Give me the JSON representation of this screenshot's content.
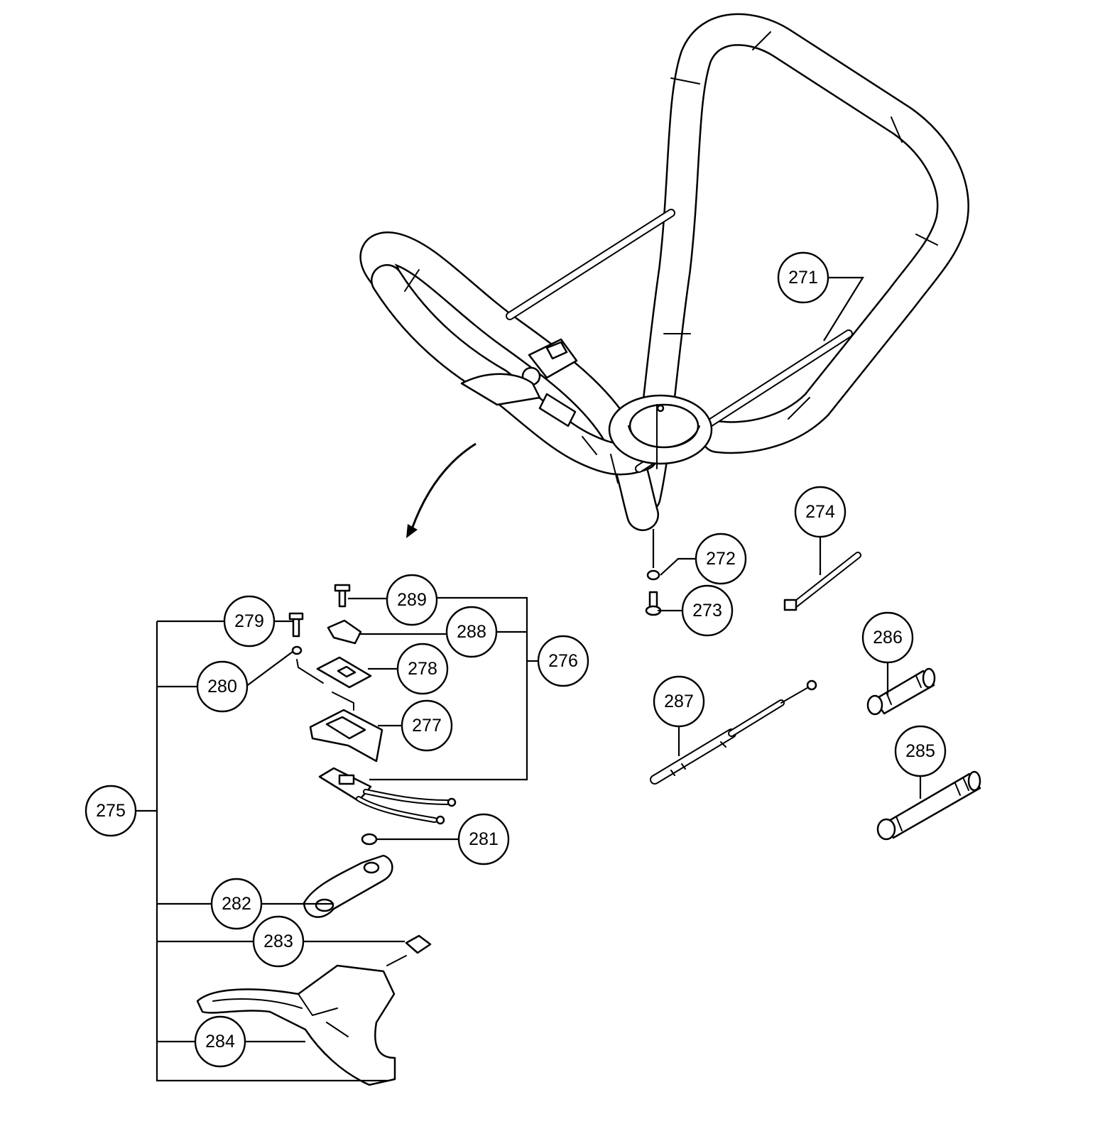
{
  "callouts": [
    {
      "id": "c271",
      "label": "271"
    },
    {
      "id": "c272",
      "label": "272"
    },
    {
      "id": "c273",
      "label": "273"
    },
    {
      "id": "c274",
      "label": "274"
    },
    {
      "id": "c275",
      "label": "275"
    },
    {
      "id": "c276",
      "label": "276"
    },
    {
      "id": "c277",
      "label": "277"
    },
    {
      "id": "c278",
      "label": "278"
    },
    {
      "id": "c279",
      "label": "279"
    },
    {
      "id": "c280",
      "label": "280"
    },
    {
      "id": "c281",
      "label": "281"
    },
    {
      "id": "c282",
      "label": "282"
    },
    {
      "id": "c283",
      "label": "283"
    },
    {
      "id": "c284",
      "label": "284"
    },
    {
      "id": "c285",
      "label": "285"
    },
    {
      "id": "c286",
      "label": "286"
    },
    {
      "id": "c287",
      "label": "287"
    },
    {
      "id": "c288",
      "label": "288"
    },
    {
      "id": "c289",
      "label": "289"
    }
  ],
  "colors": {
    "line": "#000000",
    "background": "#ffffff"
  }
}
